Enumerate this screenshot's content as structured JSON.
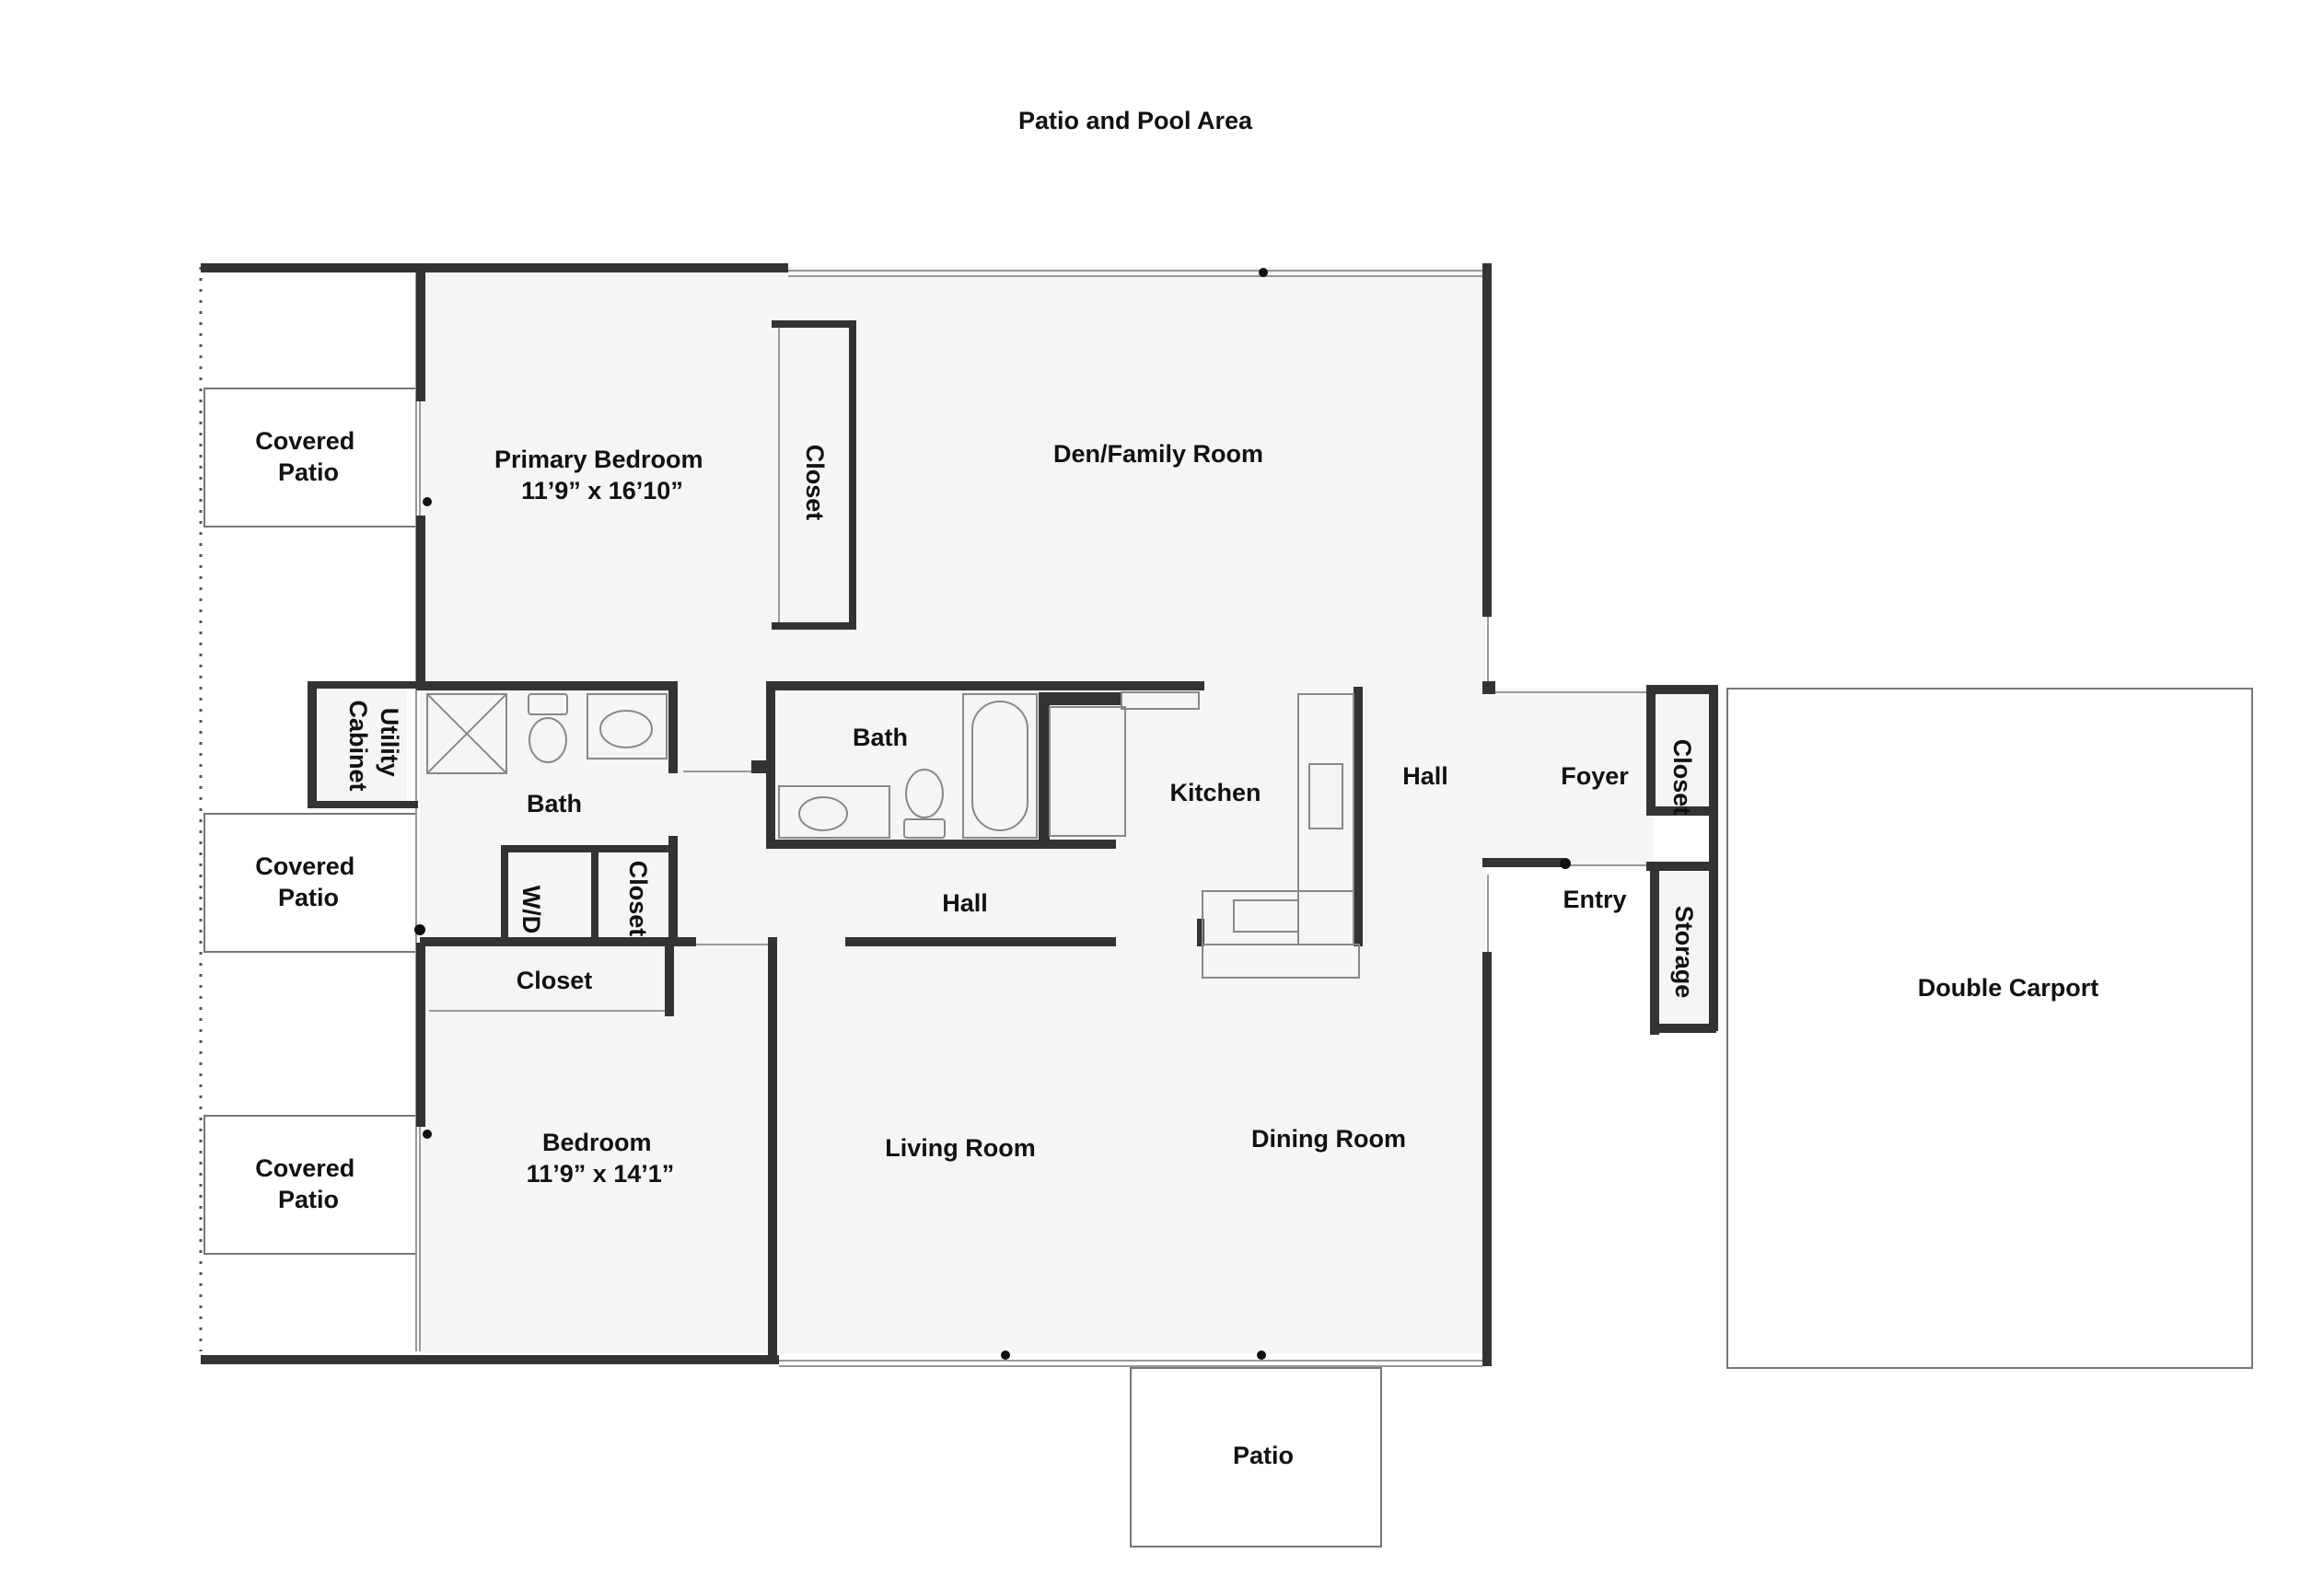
{
  "title": "Patio and Pool Area",
  "colors": {
    "floor": "#f5f5f5",
    "wall": "#333333",
    "outline": "#777777",
    "text": "#111111"
  },
  "rooms": {
    "covered_patio_top": [
      "Covered",
      "Patio"
    ],
    "covered_patio_mid": [
      "Covered",
      "Patio"
    ],
    "covered_patio_bottom": [
      "Covered",
      "Patio"
    ],
    "utility_cabinet": [
      "Utility",
      "Cabinet"
    ],
    "primary_bedroom": [
      "Primary Bedroom",
      "11’9” x 16’10”"
    ],
    "primary_closet": "Closet",
    "den_family_room": "Den/Family Room",
    "bath_left": "Bath",
    "bath_center": "Bath",
    "wd": "W/D",
    "hall_closet": "Closet",
    "bedroom_closet": "Closet",
    "bedroom": [
      "Bedroom",
      "11’9” x 14’1”"
    ],
    "hall_center": "Hall",
    "kitchen": "Kitchen",
    "hall_right": "Hall",
    "foyer": "Foyer",
    "foyer_closet": "Closet",
    "entry": "Entry",
    "storage": "Storage",
    "living_room": "Living Room",
    "dining_room": "Dining Room",
    "double_carport": "Double Carport",
    "patio": "Patio"
  }
}
